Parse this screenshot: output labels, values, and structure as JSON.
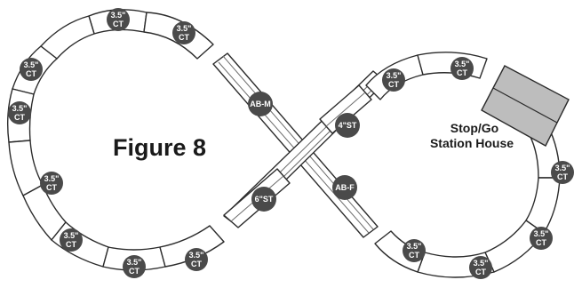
{
  "figure_title": "Figure 8",
  "station": {
    "line1": "Stop/Go",
    "line2": "Station House"
  },
  "straight_labels": {
    "ab_m": "AB-M",
    "ab_f": "AB-F",
    "st4": "4\"ST",
    "st6": "6\"ST"
  },
  "curve_label": {
    "size": "3.5\"",
    "type": "CT"
  },
  "colors": {
    "badge": "#4a4a4a",
    "track_outline": "#2b2b2b",
    "station_roof": "#bdbdbd"
  }
}
